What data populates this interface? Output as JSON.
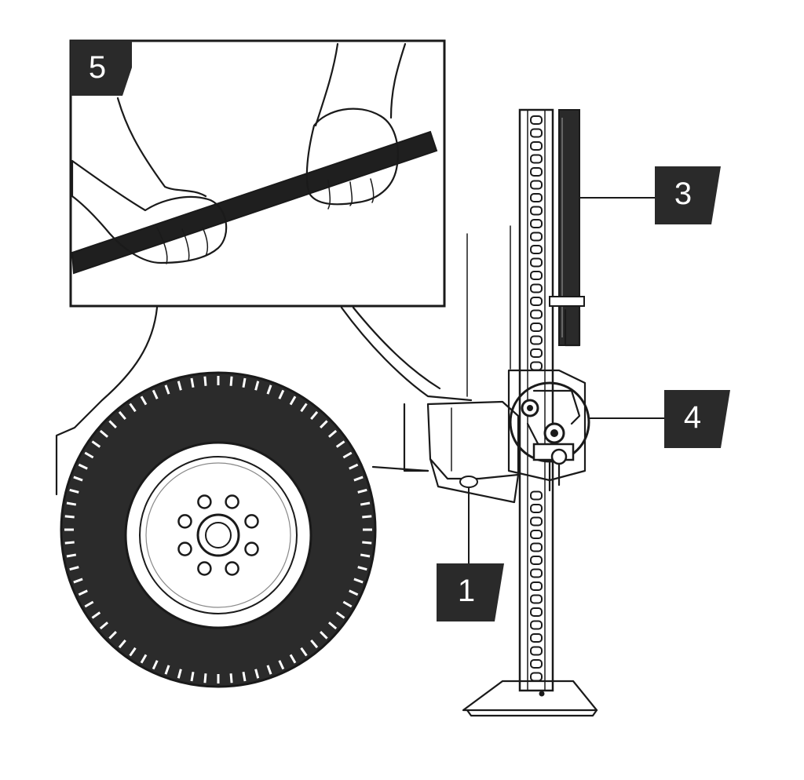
{
  "diagram": {
    "callouts": [
      {
        "id": "1",
        "label": "1"
      },
      {
        "id": "3",
        "label": "3"
      },
      {
        "id": "4",
        "label": "4"
      },
      {
        "id": "5",
        "label": "5"
      }
    ]
  },
  "colors": {
    "ink": "#1a1a1a",
    "tire": "#2b2b2b",
    "callout_bg": "#2a2a2a",
    "paper": "#ffffff"
  }
}
